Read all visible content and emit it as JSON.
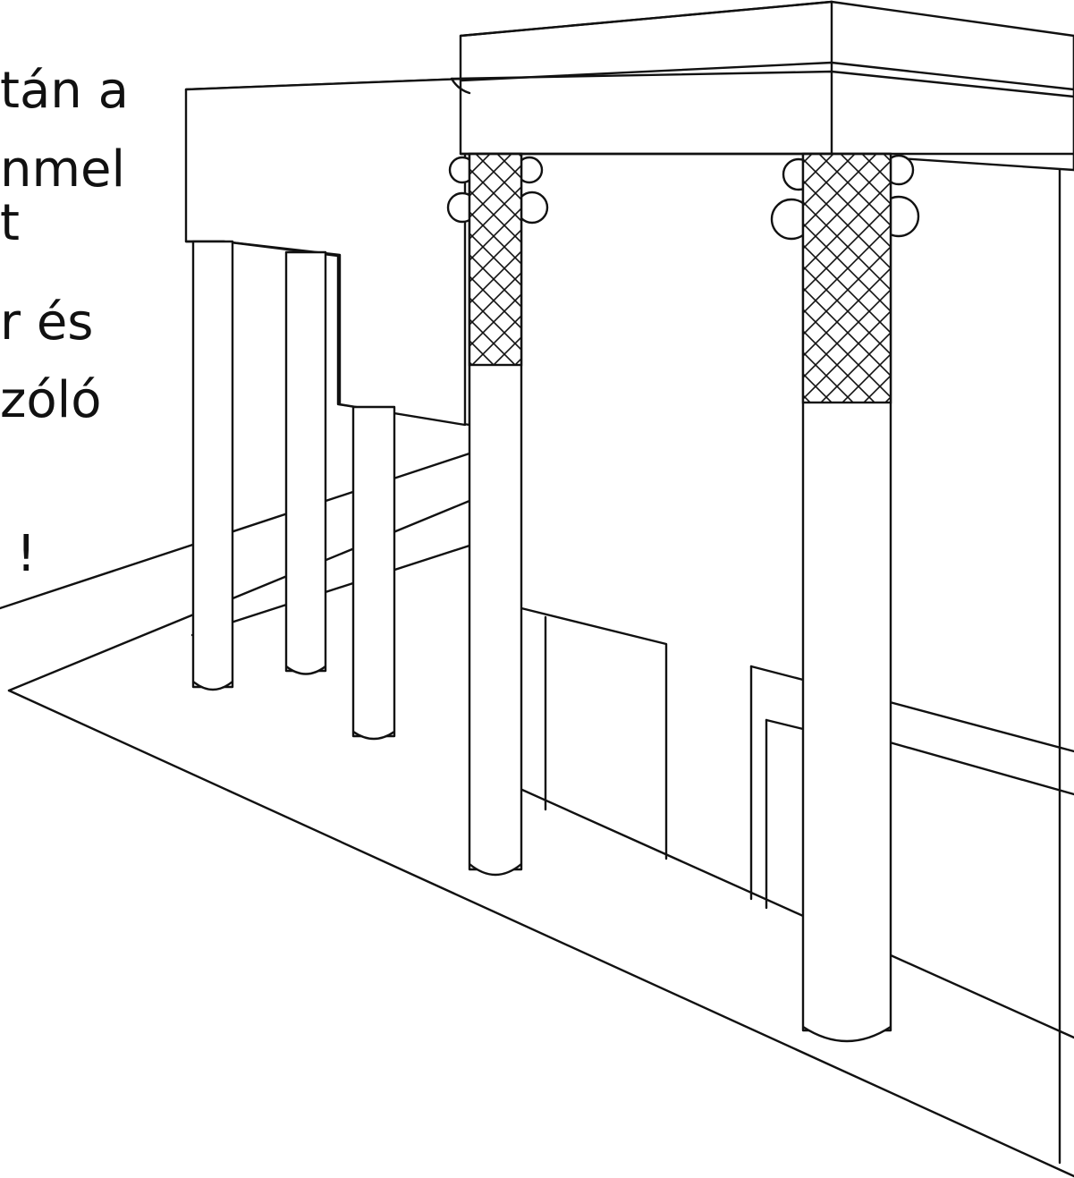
{
  "caption": {
    "line1": "tán a",
    "line2": "nmel",
    "line3": "t",
    "line4": "r és",
    "line5": "zóló",
    "line6": "!"
  },
  "scene": {
    "subject": "colonnade-drawing",
    "colors": {
      "line": "#111111",
      "background": "#ffffff"
    }
  }
}
